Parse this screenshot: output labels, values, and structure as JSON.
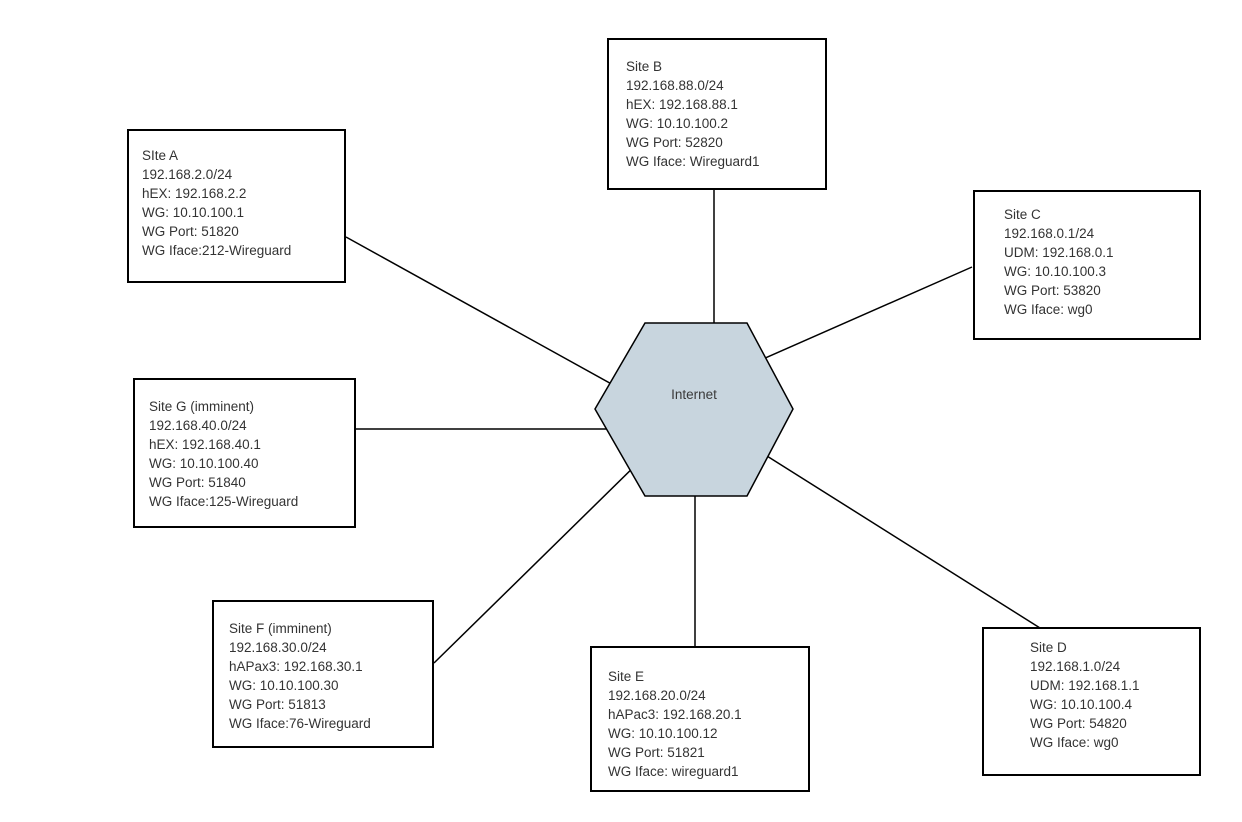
{
  "diagram": {
    "type": "network-topology",
    "center_node": {
      "label": "Internet",
      "shape": "hexagon"
    },
    "colors": {
      "background": "#ffffff",
      "hexagon_fill": "#c8d5de",
      "hexagon_border": "#000000",
      "box_fill": "#ffffff",
      "box_border": "#000000",
      "connector": "#000000",
      "text": "#333333"
    },
    "sites": [
      {
        "title": "SIte A",
        "subnet": "192.168.2.0/24",
        "router": "hEX: 192.168.2.2",
        "wg_ip": "WG: 10.10.100.1",
        "wg_port": "WG Port: 51820",
        "wg_iface": "WG Iface:212-Wireguard"
      },
      {
        "title": "Site B",
        "subnet": "192.168.88.0/24",
        "router": "hEX: 192.168.88.1",
        "wg_ip": "WG: 10.10.100.2",
        "wg_port": "WG Port: 52820",
        "wg_iface": "WG Iface: Wireguard1"
      },
      {
        "title": "Site C",
        "subnet": "192.168.0.1/24",
        "router": "UDM: 192.168.0.1",
        "wg_ip": "WG: 10.10.100.3",
        "wg_port": "WG Port: 53820",
        "wg_iface": "WG Iface: wg0"
      },
      {
        "title": "Site D",
        "subnet": "192.168.1.0/24",
        "router": "UDM: 192.168.1.1",
        "wg_ip": "WG: 10.10.100.4",
        "wg_port": "WG Port: 54820",
        "wg_iface": "WG Iface: wg0"
      },
      {
        "title": "Site E",
        "subnet": "192.168.20.0/24",
        "router": "hAPac3: 192.168.20.1",
        "wg_ip": "WG: 10.10.100.12",
        "wg_port": "WG Port: 51821",
        "wg_iface": "WG Iface: wireguard1"
      },
      {
        "title": "Site F (imminent)",
        "subnet": "192.168.30.0/24",
        "router": "hAPax3: 192.168.30.1",
        "wg_ip": "WG: 10.10.100.30",
        "wg_port": "WG Port: 51813",
        "wg_iface": "WG Iface:76-Wireguard"
      },
      {
        "title": "Site G (imminent)",
        "subnet": "192.168.40.0/24",
        "router": "hEX: 192.168.40.1",
        "wg_ip": "WG: 10.10.100.40",
        "wg_port": "WG Port: 51840",
        "wg_iface": "WG Iface:125-Wireguard"
      }
    ],
    "connections": [
      {
        "from": "Internet",
        "to": "SIte A"
      },
      {
        "from": "Internet",
        "to": "Site B"
      },
      {
        "from": "Internet",
        "to": "Site C"
      },
      {
        "from": "Internet",
        "to": "Site D"
      },
      {
        "from": "Internet",
        "to": "Site E"
      },
      {
        "from": "Internet",
        "to": "Site F (imminent)"
      },
      {
        "from": "Internet",
        "to": "Site G (imminent)"
      }
    ]
  }
}
